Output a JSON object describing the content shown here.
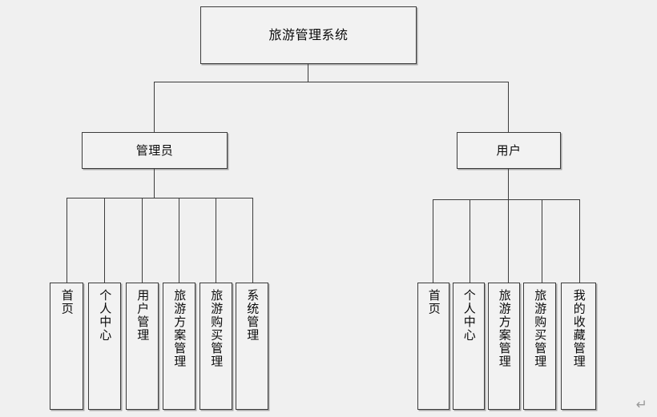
{
  "diagram": {
    "type": "tree-hierarchy-chart",
    "title": "旅游管理系统",
    "background_color": "#f0f0f0",
    "node_fill_color": "#f2f2f2",
    "node_border_color": "#3c3c3c",
    "text_color": "#0b0b0b",
    "root": {
      "label": "旅游管理系统"
    },
    "branches": [
      {
        "id": "admin",
        "label": "管理员",
        "leaves": [
          {
            "label": "首页"
          },
          {
            "label": "个人中心"
          },
          {
            "label": "用户管理"
          },
          {
            "label": "旅游方案管理"
          },
          {
            "label": "旅游购买管理"
          },
          {
            "label": "系统管理"
          }
        ]
      },
      {
        "id": "user",
        "label": "用户",
        "leaves": [
          {
            "label": "首页"
          },
          {
            "label": "个人中心"
          },
          {
            "label": "旅游方案管理"
          },
          {
            "label": "旅游购买管理"
          },
          {
            "label": "我的收藏管理"
          }
        ]
      }
    ],
    "marks": {
      "line_break_symbol": "↵"
    }
  }
}
